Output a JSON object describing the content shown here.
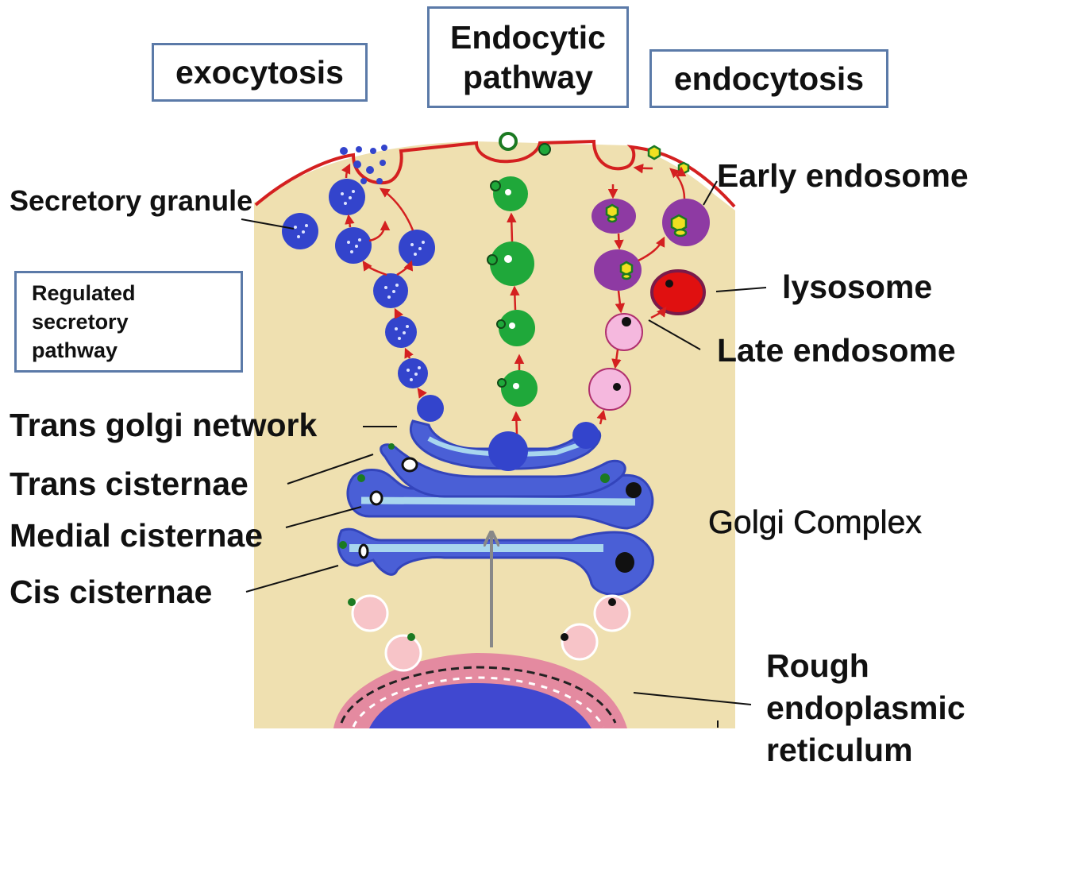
{
  "boxes": {
    "exocytosis": "exocytosis",
    "pathway_line1": "Endocytic",
    "pathway_line2": "pathway",
    "endocytosis": "endocytosis",
    "regulated_line1": "Regulated",
    "regulated_line2": "secretory",
    "regulated_line3": "pathway"
  },
  "labels": {
    "secretory_granule": "Secretory granule",
    "early_endosome": "Early endosome",
    "lysosome": "lysosome",
    "late_endosome": "Late endosome",
    "trans_golgi_network": "Trans golgi network",
    "trans_cisternae": "Trans cisternae",
    "medial_cisternae": "Medial cisternae",
    "cis_cisternae": "Cis cisternae",
    "golgi_complex": "Golgi Complex",
    "rer_line1": "Rough",
    "rer_line2": "endoplasmic",
    "rer_line3": "reticulum"
  },
  "colors": {
    "cytoplasm": "#efe0b0",
    "membrane": "#d42020",
    "golgi": "#4a5fd6",
    "golgi_light": "#a8d6ee",
    "secretory": "#3344cc",
    "green_vesicle": "#1fa83a",
    "early_endosome": "#8e3aa3",
    "late_endosome": "#f5b8de",
    "lysosome": "#e01010",
    "nucleus": "#4048d0",
    "rer": "#e48aa0"
  }
}
